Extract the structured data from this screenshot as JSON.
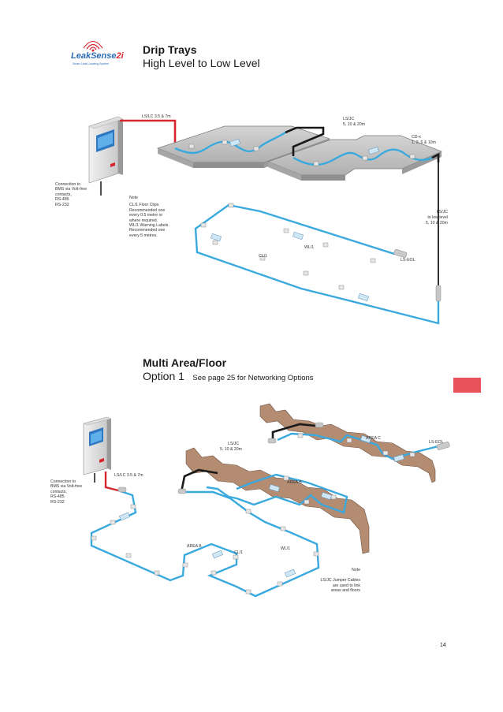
{
  "logo": {
    "brand": "LeakSense",
    "brand_suffix": "2i",
    "tagline": "Smart Leak Locating System"
  },
  "section1": {
    "title": "Drip Trays",
    "subtitle": "High Level to Low Level",
    "labels": {
      "ls_lc": "LS/LC 3.5 & 7m",
      "ls_jc_1": "LS/JC",
      "ls_jc_2": "5, 10 & 20m",
      "cd_1": "CD-x",
      "cd_2": "1, 2, 5 & 10m",
      "ls_jc_low_1": "LS/JC",
      "ls_jc_low_2": "to low level",
      "ls_jc_low_3": "5, 10 & 20m",
      "ls_eol": "LS-EOL",
      "wl1": "WL/1",
      "cl1": "CL/1"
    },
    "connection": [
      "Connection to",
      "BMS via Volt-free",
      "contacts,",
      "RS-485",
      "RS-232"
    ],
    "note_title": "Note",
    "note_lines": [
      "CL/1 Floor Clips.",
      "Recommended one",
      "every 0.5 metre or",
      "where required.",
      "WL/1 Warning Labels.",
      "Recommended one",
      "every 5 metres."
    ]
  },
  "section2": {
    "title": "Multi Area/Floor",
    "option": "Option 1",
    "option_sub": "See page 25 for Networking Options",
    "labels": {
      "ls_jc_1": "LS/JC",
      "ls_jc_2": "5, 10 & 20m",
      "area_a": "AREA A",
      "area_b": "AREA B",
      "area_c": "AREA C",
      "ls_eol": "LS-EOL",
      "ls_lc": "LS/LC 3.5 & 7m",
      "cl1": "CL/1",
      "wl1": "WL/1"
    },
    "connection": [
      "Connection to",
      "BMS via Volt-free",
      "contacts,",
      "RS-485",
      "RS-232"
    ],
    "note_title": "Note",
    "note_lines": [
      "LS/JC Jumper Cables",
      "are used to link",
      "areas and floors"
    ]
  },
  "page_number": "14",
  "colors": {
    "cable": "#3aa9de",
    "jumper": "#1a1a1a",
    "lead": "#d7262e",
    "tab": "#e8525a",
    "wall": "#b48c72",
    "tray": "#b9b9b9"
  }
}
